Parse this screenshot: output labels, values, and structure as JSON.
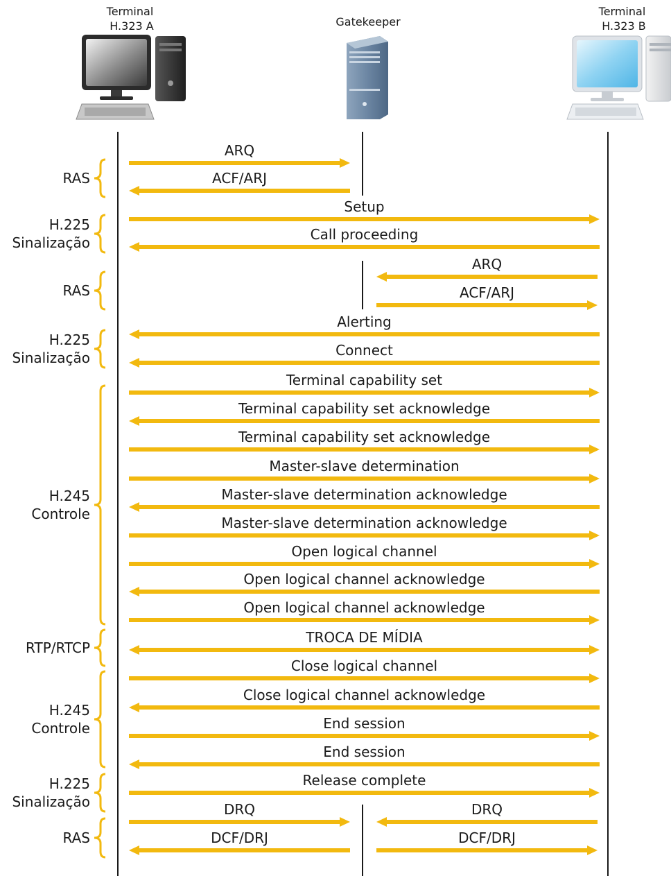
{
  "entities": [
    {
      "name": "Terminal\nH.323 A",
      "icon": "dark-computer-icon"
    },
    {
      "name": "Gatekeeper",
      "icon": "server-tower-icon"
    },
    {
      "name": "Terminal\nH.323 B",
      "icon": "light-computer-icon"
    }
  ],
  "messages": [
    {
      "label": "ARQ",
      "from": "A",
      "to": "G"
    },
    {
      "label": "ACF/ARJ",
      "from": "G",
      "to": "A"
    },
    {
      "label": "Setup",
      "from": "A",
      "to": "B"
    },
    {
      "label": "Call proceeding",
      "from": "B",
      "to": "A"
    },
    {
      "label": "ARQ",
      "from": "B",
      "to": "G"
    },
    {
      "label": "ACF/ARJ",
      "from": "G",
      "to": "B"
    },
    {
      "label": "Alerting",
      "from": "B",
      "to": "A"
    },
    {
      "label": "Connect",
      "from": "B",
      "to": "A"
    },
    {
      "label": "Terminal capability set",
      "from": "A",
      "to": "B"
    },
    {
      "label": "Terminal capability set acknowledge",
      "from": "B",
      "to": "A"
    },
    {
      "label": "Terminal capability set acknowledge",
      "from": "A",
      "to": "B"
    },
    {
      "label": "Master-slave determination",
      "from": "A",
      "to": "B"
    },
    {
      "label": "Master-slave determination acknowledge",
      "from": "B",
      "to": "A"
    },
    {
      "label": "Master-slave determination acknowledge",
      "from": "A",
      "to": "B"
    },
    {
      "label": "Open logical channel",
      "from": "A",
      "to": "B"
    },
    {
      "label": "Open logical channel acknowledge",
      "from": "B",
      "to": "A"
    },
    {
      "label": "Open logical channel acknowledge",
      "from": "A",
      "to": "B"
    },
    {
      "label": "TROCA DE MÍDIA",
      "from": "A",
      "to": "B",
      "bidirectional": true
    },
    {
      "label": "Close logical channel",
      "from": "A",
      "to": "B"
    },
    {
      "label": "Close logical channel acknowledge",
      "from": "B",
      "to": "A"
    },
    {
      "label": "End session",
      "from": "A",
      "to": "B"
    },
    {
      "label": "End session",
      "from": "B",
      "to": "A"
    },
    {
      "label": "Release complete",
      "from": "A",
      "to": "B"
    },
    {
      "label": "DRQ",
      "from": "A",
      "to": "G"
    },
    {
      "label": "DCF/DRJ",
      "from": "G",
      "to": "A"
    },
    {
      "label": "DRQ",
      "from": "B",
      "to": "G"
    },
    {
      "label": "DCF/DRJ",
      "from": "G",
      "to": "B"
    }
  ],
  "groups": [
    {
      "label": "RAS"
    },
    {
      "label": "H.225\nSinalização"
    },
    {
      "label": "RAS"
    },
    {
      "label": "H.225\nSinalização"
    },
    {
      "label": "H.245\nControle"
    },
    {
      "label": "RTP/RTCP"
    },
    {
      "label": "H.245\nControle"
    },
    {
      "label": "H.225\nSinalização"
    },
    {
      "label": "RAS"
    }
  ],
  "colors": {
    "arrow": "#f2b90f",
    "brace": "#f2b90f",
    "lifeline": "#1a1a1a",
    "text": "#1a1a1a"
  }
}
